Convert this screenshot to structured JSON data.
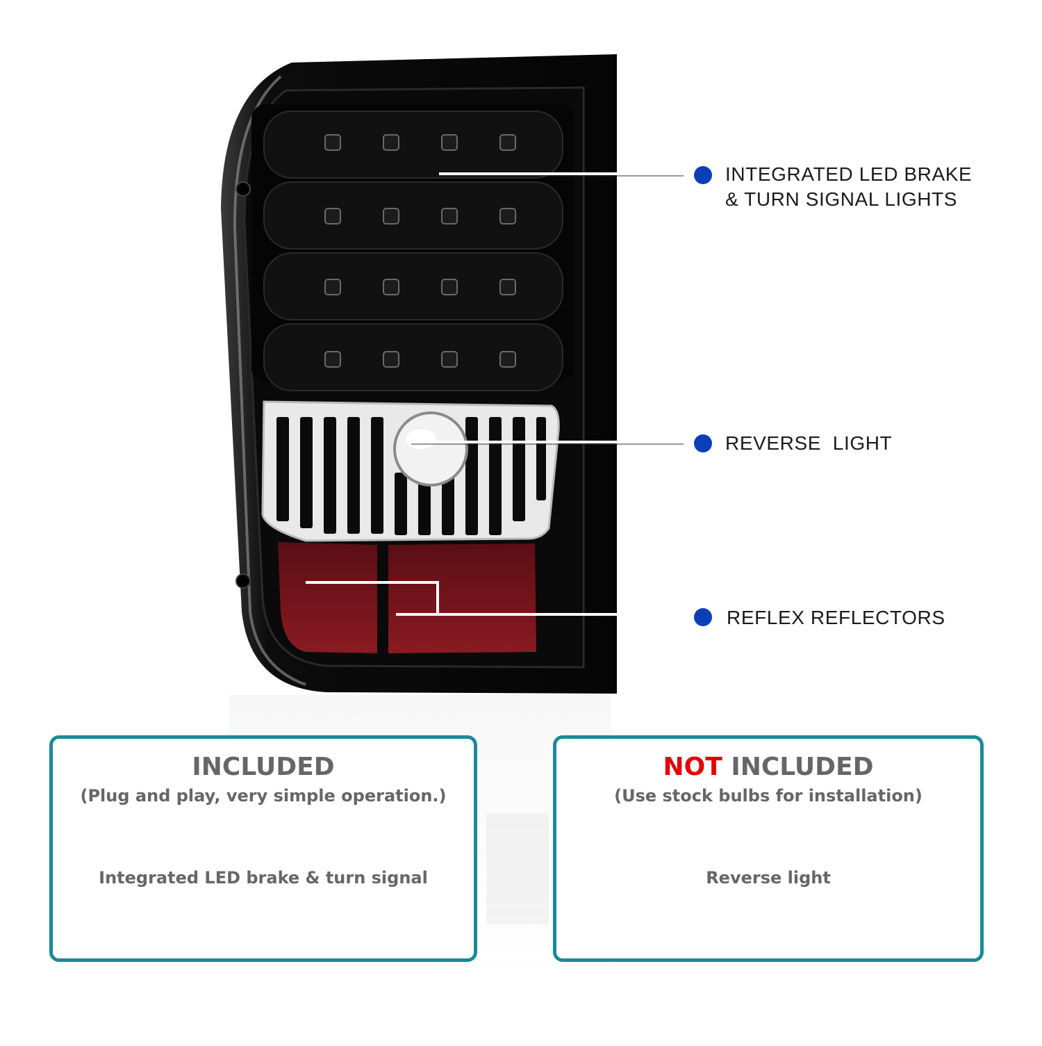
{
  "colors": {
    "callout_dot": "#0a3fb8",
    "card_border": "#1a8a96",
    "not_red": "#e30000",
    "text_gray": "#666666"
  },
  "callouts": [
    {
      "line1": "INTEGRATED LED BRAKE",
      "line2": "& TURN SIGNAL LIGHTS"
    },
    {
      "line1": "REVERSE  LIGHT"
    },
    {
      "line1": "REFLEX REFLECTORS"
    }
  ],
  "included": {
    "title": "INCLUDED",
    "subtitle": "(Plug and play, very simple operation.)",
    "item": "Integrated LED brake & turn signal"
  },
  "not_included": {
    "title_red": "NOT",
    "title_rest": " INCLUDED",
    "subtitle": "(Use stock bulbs for installation)",
    "item": "Reverse light"
  }
}
